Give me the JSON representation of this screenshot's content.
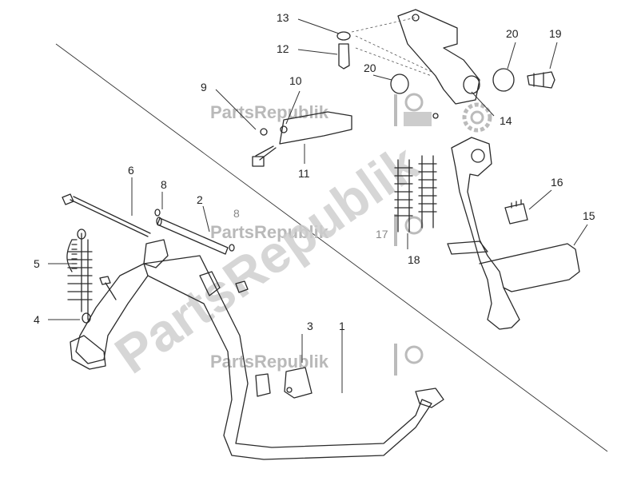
{
  "watermark": {
    "brand": "PartsRepublik",
    "big_text": "PartsRepublik"
  },
  "callouts": [
    {
      "id": "c1",
      "label": "1"
    },
    {
      "id": "c2",
      "label": "2"
    },
    {
      "id": "c3",
      "label": "3"
    },
    {
      "id": "c4",
      "label": "4"
    },
    {
      "id": "c5",
      "label": "5"
    },
    {
      "id": "c6",
      "label": "6"
    },
    {
      "id": "c8a",
      "label": "8"
    },
    {
      "id": "c8b",
      "label": "8"
    },
    {
      "id": "c9",
      "label": "9"
    },
    {
      "id": "c10",
      "label": "10"
    },
    {
      "id": "c11",
      "label": "11"
    },
    {
      "id": "c12",
      "label": "12"
    },
    {
      "id": "c13",
      "label": "13"
    },
    {
      "id": "c14",
      "label": "14"
    },
    {
      "id": "c15",
      "label": "15"
    },
    {
      "id": "c16",
      "label": "16"
    },
    {
      "id": "c17",
      "label": "17"
    },
    {
      "id": "c18",
      "label": "18"
    },
    {
      "id": "c19",
      "label": "19"
    },
    {
      "id": "c20a",
      "label": "20"
    },
    {
      "id": "c20b",
      "label": "20"
    }
  ]
}
